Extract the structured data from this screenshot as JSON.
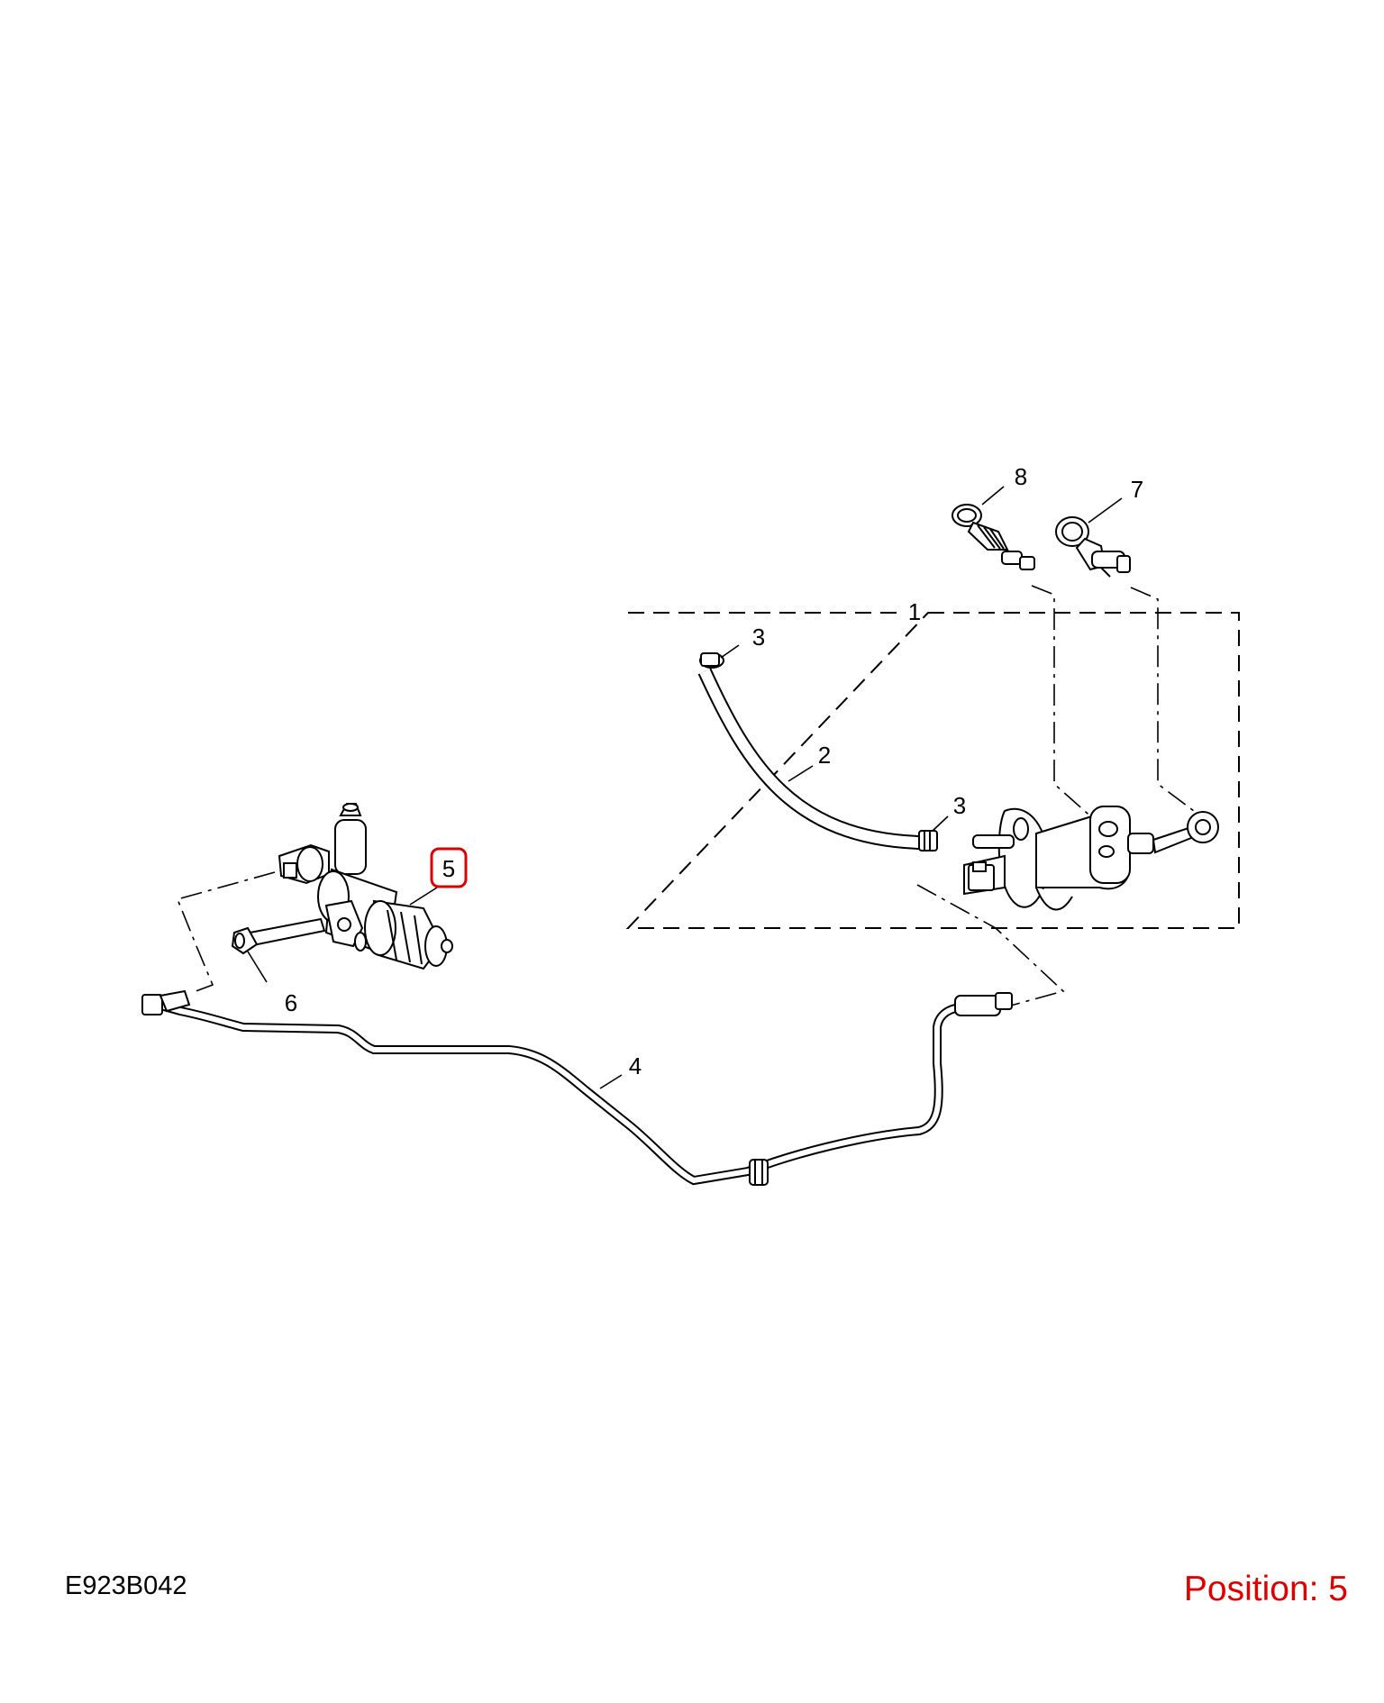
{
  "diagram": {
    "code": "E923B042",
    "position_text": "Position: 5",
    "highlight_color": "#e00000",
    "callouts": [
      {
        "id": "1",
        "text": "1"
      },
      {
        "id": "2",
        "text": "2"
      },
      {
        "id": "3a",
        "text": "3"
      },
      {
        "id": "3b",
        "text": "3"
      },
      {
        "id": "4",
        "text": "4"
      },
      {
        "id": "5",
        "text": "5",
        "highlighted": true
      },
      {
        "id": "6",
        "text": "6"
      },
      {
        "id": "7",
        "text": "7"
      },
      {
        "id": "8",
        "text": "8"
      }
    ]
  }
}
